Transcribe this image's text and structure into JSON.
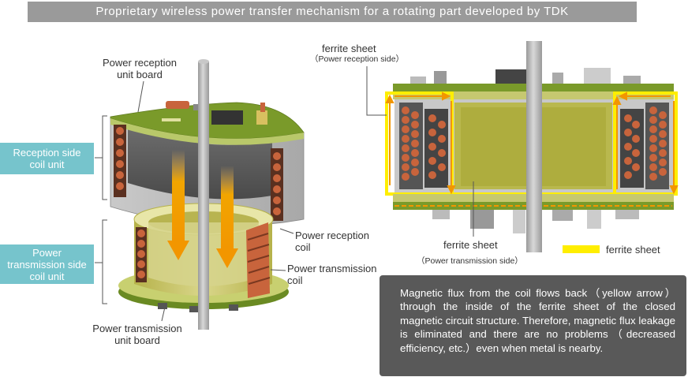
{
  "title": "Proprietary wireless power transfer mechanism for a rotating part developed by TDK",
  "left_diagram": {
    "reception_board_label": [
      "Power reception",
      "unit board"
    ],
    "reception_coil_unit_label": [
      "Reception side",
      "coil unit"
    ],
    "transmission_coil_unit_label": [
      "Power",
      "transmission side",
      "coil unit"
    ],
    "reception_coil_label": [
      "Power reception",
      "coil"
    ],
    "transmission_coil_label": [
      "Power transmission",
      "coil"
    ],
    "transmission_board_label": [
      "Power transmission",
      "unit board"
    ]
  },
  "right_diagram": {
    "top_ferrite_label": "ferrite sheet",
    "top_ferrite_sub": "（Power reception side）",
    "bottom_ferrite_label": "ferrite sheet",
    "bottom_ferrite_sub": "（Power transmission side）",
    "legend_label": "ferrite sheet"
  },
  "description": "Magnetic flux from the coil flows back（yellow arrow）through the inside of the ferrite sheet of the closed magnetic circuit structure. Therefore, magnetic flux leakage is eliminated and there are no problems（decreased efficiency, etc.）even when metal is nearby.",
  "colors": {
    "teal": "#76c4cc",
    "ferrite_yellow": "#ffee00",
    "flux_orange": "#f29600",
    "board_green": "#7a9a2a",
    "coil_copper": "#c8643c",
    "shaft_gray": "#b8b8b8"
  }
}
